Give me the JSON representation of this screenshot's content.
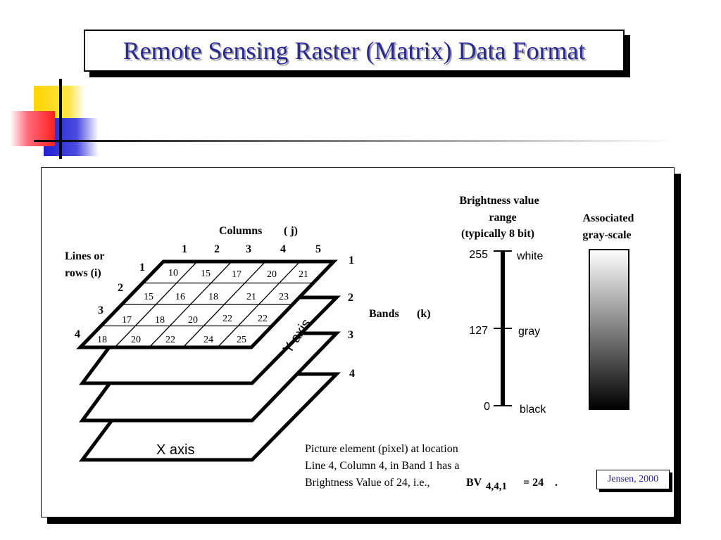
{
  "slide": {
    "title": "Remote Sensing Raster (Matrix) Data Format",
    "citation": "Jensen, 2000"
  },
  "diagram": {
    "columns_label": "Columns",
    "columns_var": "( j)",
    "column_numbers": [
      "1",
      "2",
      "3",
      "4",
      "5"
    ],
    "rows_label_1": "Lines or",
    "rows_label_2": "rows (i)",
    "row_numbers": [
      "1",
      "2",
      "3",
      "4"
    ],
    "grid_values": [
      [
        "10",
        "15",
        "17",
        "20",
        "21"
      ],
      [
        "15",
        "16",
        "18",
        "21",
        "23"
      ],
      [
        "17",
        "18",
        "20",
        "22",
        "22"
      ],
      [
        "18",
        "20",
        "22",
        "24",
        "25"
      ]
    ],
    "band_numbers": [
      "1",
      "2",
      "3",
      "4"
    ],
    "bands_label": "Bands",
    "bands_var": "(k)",
    "x_axis_label": "X axis",
    "y_axis_label": "Y axis",
    "brightness_title": [
      "Brightness value",
      "range",
      "(typically 8 bit)"
    ],
    "brightness_levels": [
      {
        "value": "255",
        "name": "white"
      },
      {
        "value": "127",
        "name": "gray"
      },
      {
        "value": "0",
        "name": "black"
      }
    ],
    "grayscale_title": [
      "Associated",
      "gray-scale"
    ],
    "caption": {
      "line1": "Picture element (pixel) at location",
      "line2": "Line 4, Column 4, in Band 1 has a",
      "line3": "Brightness Value of 24, i.e.,",
      "bv": "BV",
      "bv_subscript": "4,4,1",
      "bv_equals": "= 24",
      "period": "."
    }
  }
}
